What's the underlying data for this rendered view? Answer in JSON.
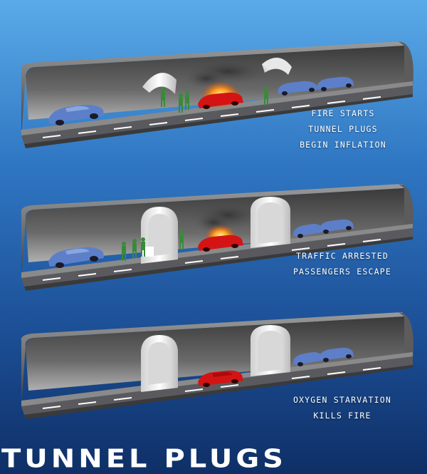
{
  "title": "TUNNEL PLUGS",
  "panels": [
    {
      "caption_lines": [
        "FIRE STARTS",
        "TUNNEL PLUGS",
        "BEGIN INFLATION"
      ]
    },
    {
      "caption_lines": [
        "TRAFFIC ARRESTED",
        "PASSENGERS ESCAPE"
      ]
    },
    {
      "caption_lines": [
        "OXYGEN STARVATION",
        "KILLS FIRE"
      ]
    }
  ],
  "colors": {
    "background_top": "#5aaae8",
    "background_bottom": "#0f2f66",
    "tunnel": "#7a7a7a",
    "road": "#5a5a5e",
    "plug": "#f2f2f2",
    "car_blue": "#5d7fc9",
    "car_red": "#d41414",
    "person": "#3a8a3a",
    "fire": "#ff7a10"
  },
  "icons": [
    "tunnel-icon",
    "car-icon",
    "person-icon",
    "fire-icon",
    "smoke-icon",
    "tunnel-plug-icon"
  ]
}
